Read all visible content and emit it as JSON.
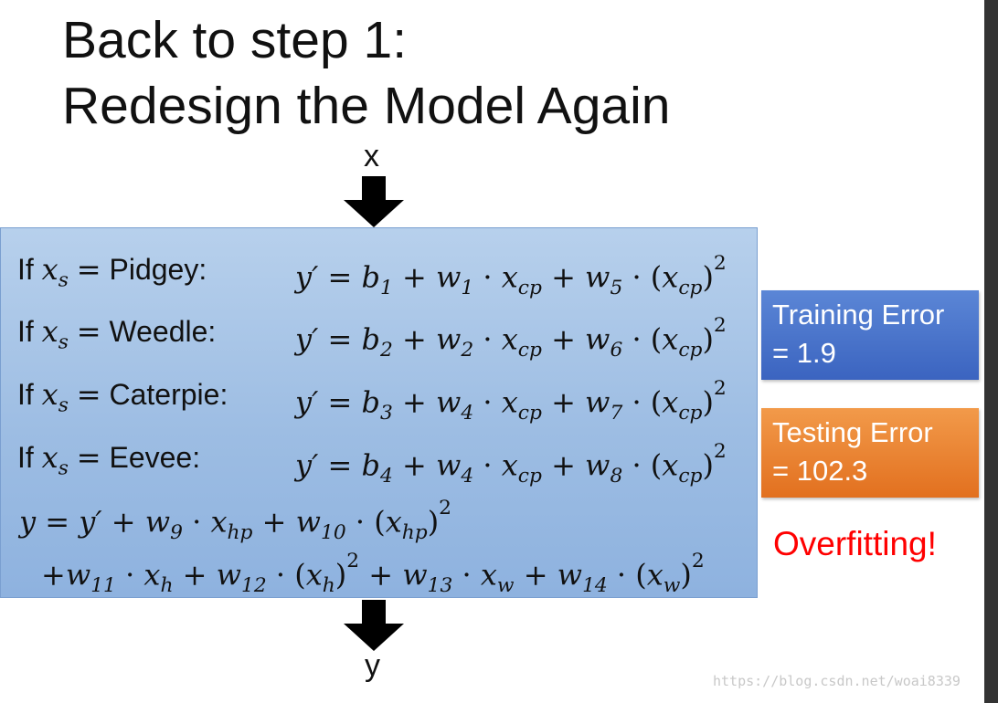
{
  "title": {
    "line1": "Back to step 1:",
    "line2": "Redesign the Model Again"
  },
  "input_label": "x",
  "output_label": "y",
  "cases": [
    {
      "prefix": "If ",
      "species": "Pidgey:",
      "b": "1",
      "w_lin": "1",
      "w_sq": "5"
    },
    {
      "prefix": "If ",
      "species": "Weedle:",
      "b": "2",
      "w_lin": "2",
      "w_sq": "6"
    },
    {
      "prefix": "If ",
      "species": "Caterpie:",
      "b": "3",
      "w_lin": "4",
      "w_sq": "7"
    },
    {
      "prefix": "If ",
      "species": "Eevee:",
      "b": "4",
      "w_lin": "4",
      "w_sq": "8"
    }
  ],
  "errors": {
    "training": {
      "label": "Training Error",
      "value": "= 1.9",
      "color": "#4472c4"
    },
    "testing": {
      "label": "Testing Error",
      "value": "= 102.3",
      "color": "#ed7d31"
    }
  },
  "verdict": {
    "text": "Overfitting!",
    "color": "#ff0000"
  },
  "watermark": "https://blog.csdn.net/woai8339",
  "colors": {
    "model_box": "#9dbde3"
  }
}
